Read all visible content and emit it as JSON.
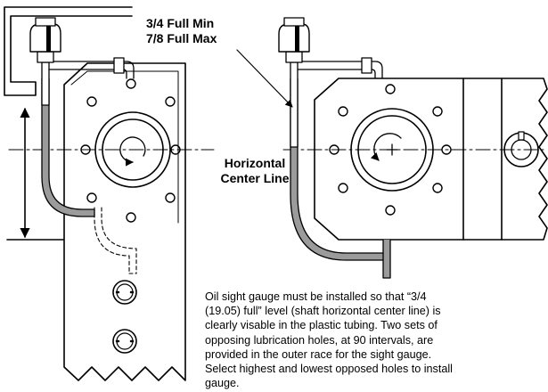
{
  "callout": {
    "line1": "3/4 Full Min",
    "line2": "7/8 Full Max"
  },
  "center_line_label": {
    "line1": "Horizontal",
    "line2": "Center Line"
  },
  "note": {
    "lines": [
      "Oil sight gauge must be installed so that “3/4",
      "(19.05) full” level (shaft horizontal center line) is",
      "clearly visable in the plastic tubing.  Two sets of",
      "opposing lubrication holes, at 90 intervals, are",
      "provided in the outer race for the sight gauge.",
      "Select highest and lowest opposed holes to install",
      "gauge."
    ]
  }
}
